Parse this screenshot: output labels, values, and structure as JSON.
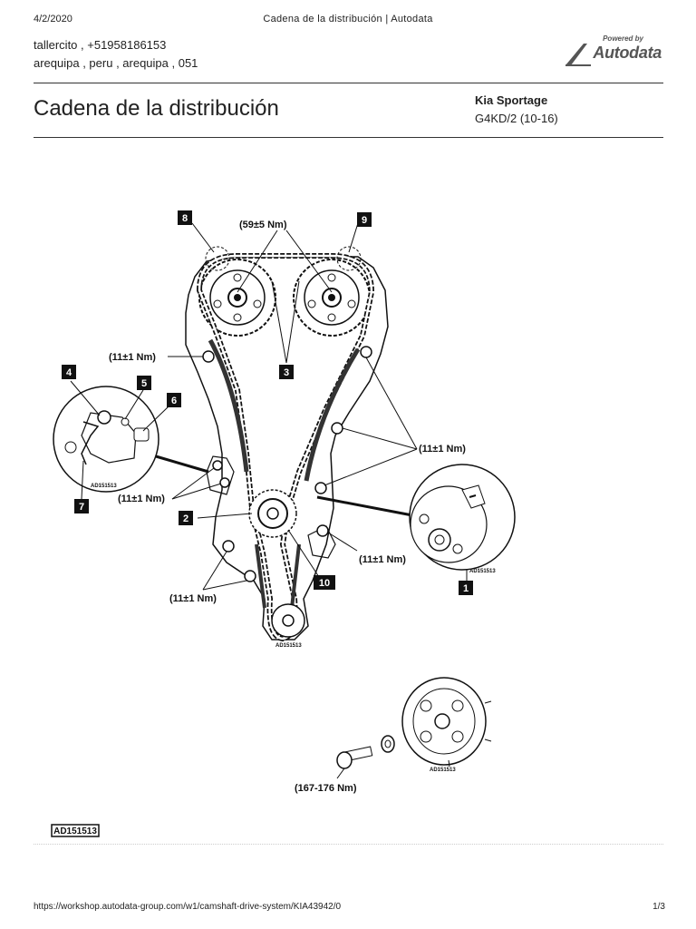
{
  "print_header": {
    "date": "4/2/2020",
    "title": "Cadena de la distribución | Autodata"
  },
  "client": {
    "line1": "tallercito , +51958186153",
    "line2": "arequipa , peru , arequipa , 051"
  },
  "brand": {
    "powered_by": "Powered by",
    "name": "Autodata",
    "color": "#555555"
  },
  "page": {
    "title": "Cadena de la distribución",
    "vehicle_make": "Kia Sportage",
    "vehicle_engine": "G4KD/2 (10-16)"
  },
  "diagram": {
    "callouts": {
      "c1": "1",
      "c2": "2",
      "c3": "3",
      "c4": "4",
      "c5": "5",
      "c6": "6",
      "c7": "7",
      "c8": "8",
      "c9": "9",
      "c10": "10"
    },
    "torques": {
      "t_cam": "(59±5 Nm)",
      "t_left_top": "(11±1 Nm)",
      "t_right": "(11±1 Nm)",
      "t_left_mid": "(11±1 Nm)",
      "t_right_low": "(11±1 Nm)",
      "t_left_low": "(11±1 Nm)",
      "t_crank_bolt": "(167-176 Nm)"
    },
    "refs": {
      "r1": "AD151513",
      "r2": "AD151513",
      "r3": "AD151513",
      "r4": "AD151513",
      "main": "AD151513"
    }
  },
  "print_footer": {
    "url": "https://workshop.autodata-group.com/w1/camshaft-drive-system/KIA43942/0",
    "page": "1/3"
  }
}
